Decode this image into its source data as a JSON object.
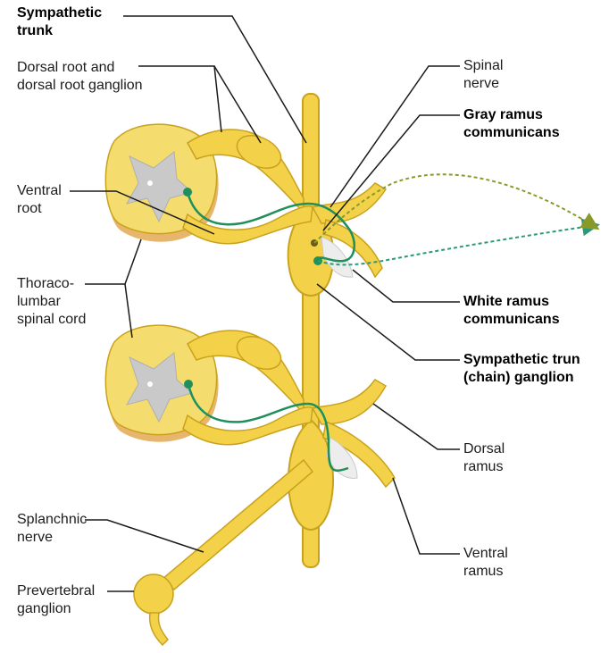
{
  "labels": {
    "sympathetic_trunk": [
      "Sympathetic",
      "trunk"
    ],
    "dorsal_root": [
      "Dorsal root and",
      "dorsal root ganglion"
    ],
    "ventral_root": [
      "Ventral",
      "root"
    ],
    "thoracolumbar": [
      "Thoraco-",
      "lumbar",
      "spinal cord"
    ],
    "splanchnic": [
      "Splanchnic",
      "nerve"
    ],
    "prevertebral": [
      "Prevertebral",
      "ganglion"
    ],
    "spinal_nerve": [
      "Spinal",
      "nerve"
    ],
    "gray_ramus": [
      "Gray ramus",
      "communicans"
    ],
    "white_ramus": [
      "White ramus",
      "communicans"
    ],
    "trunk_ganglion": [
      "Sympathetic trun",
      "(chain) ganglion"
    ],
    "dorsal_ramus": [
      "Dorsal",
      "ramus"
    ],
    "ventral_ramus": [
      "Ventral",
      "ramus"
    ]
  },
  "colors": {
    "nerve": "#f3d24a",
    "nerve_outline": "#c9a21d",
    "cord_white": "#f5dc6e",
    "gray_matter": "#c9c9c9",
    "cord_base": "#e8b56c",
    "neuron_green": "#1f8f5c",
    "leader": "#1a1a1a"
  }
}
